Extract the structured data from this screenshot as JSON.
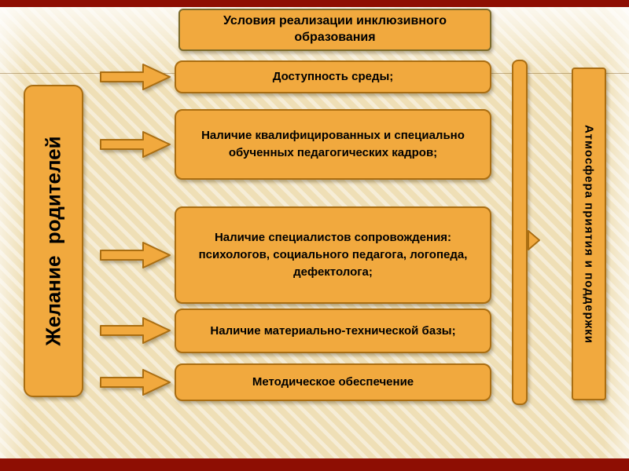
{
  "slide": {
    "title": "Условия реализации инклюзивного образования",
    "left_box_label": "Желание  родителей",
    "right_box_label": "Атмосфера приятия и поддержки",
    "conditions": [
      "Доступность среды;",
      "Наличие квалифицированных и специально обученных педагогических кадров;",
      "Наличие специалистов сопровождения: психологов, социального педагога, логопеда, дефектолога;",
      "Наличие материально-технической базы;",
      "Методическое обеспечение"
    ],
    "colors": {
      "box_fill": "#F1A93E",
      "box_border": "#AA6E12",
      "accent_bar": "#8E0E03",
      "background": "#EFDFB6"
    }
  }
}
